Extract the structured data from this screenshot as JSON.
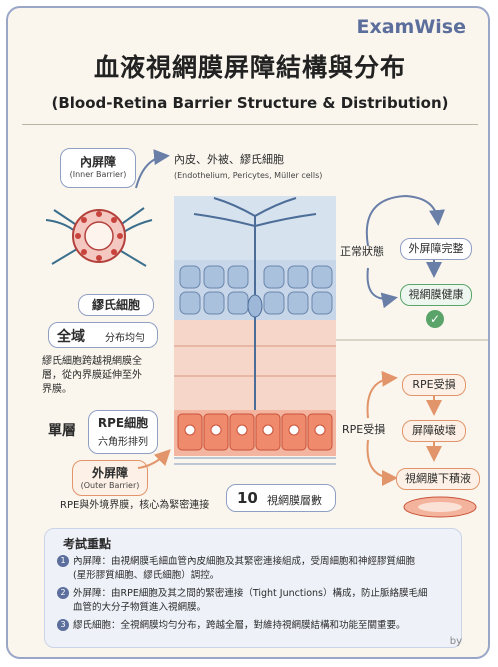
{
  "brand": "ExamWise",
  "title": "血液視網膜屏障結構與分布",
  "subtitle": "(Blood-Retina Barrier Structure & Distribution)",
  "inner_barrier": {
    "label": "內屏障",
    "en": "(Inner Barrier)"
  },
  "inner_cells": {
    "zh": "內皮、外被、繆氏細胞",
    "en": "(Endothelium, Pericytes, Müller cells)"
  },
  "muller": {
    "title": "繆氏細胞",
    "scope": "全域",
    "scope_desc": "分布均勻",
    "desc_lines": [
      "繆氏細胞跨越視網膜全",
      "層，從內界膜延伸至外",
      "界膜。"
    ]
  },
  "rpe": {
    "scope": "單層",
    "title": "RPE細胞",
    "desc": "六角形排列"
  },
  "outer_barrier": {
    "label": "外屏障",
    "en": "(Outer Barrier)"
  },
  "outer_desc": "RPE與外境界膜，核心為緊密連接",
  "layers": {
    "count": "10",
    "label": "視網膜層數"
  },
  "normal": {
    "label": "正常狀態",
    "step1": "外屏障完整",
    "step2": "視網膜健康",
    "check": "✓"
  },
  "damaged": {
    "label": "RPE受損",
    "step1": "RPE受損",
    "step2": "屏障破壞",
    "step3": "視網膜下積液"
  },
  "exam": {
    "heading": "考試重點",
    "points": [
      {
        "num": "1",
        "line1": "內屏障：由視網膜毛細血管內皮細胞及其緊密連接組成，受周細胞和神經膠質細胞",
        "line2": "(星形膠質細胞、繆氏細胞）調控。"
      },
      {
        "num": "2",
        "line1": "外屏障：由RPE細胞及其之間的緊密連接（Tight Junctions）構成，防止脈絡膜毛細",
        "line2": "血管的大分子物質進入視網膜。"
      },
      {
        "num": "3",
        "line1": "繆氏細胞：全視網膜均勻分布，跨越全層，對維持視網膜結構和功能至關重要。",
        "line2": ""
      }
    ]
  },
  "by": "by",
  "colors": {
    "accent": "#5c6f9c",
    "green": "#5aa46a",
    "orange": "#e2956a"
  }
}
